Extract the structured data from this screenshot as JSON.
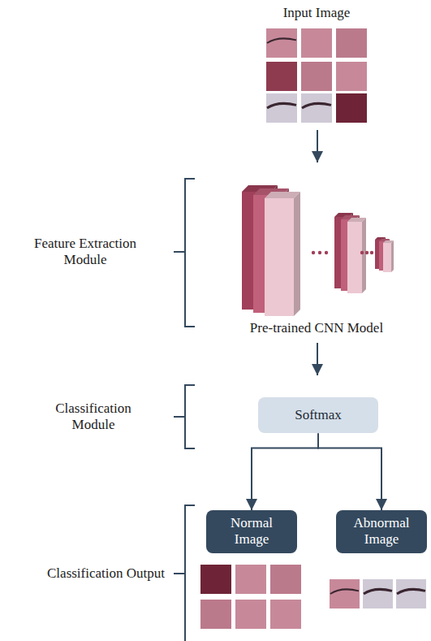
{
  "diagram": {
    "nodes": [
      {
        "text": [
          "Softmax"
        ]
      },
      {
        "text": [
          "Normal Image"
        ]
      },
      {
        "text": [
          "Abnormal Image"
        ]
      }
    ],
    "edges": [
      {
        "from": 0,
        "to": 1,
        "arrow": "to"
      },
      {
        "from": 0,
        "to": 2,
        "arrow": "to"
      }
    ],
    "labels": [
      "Input Image",
      "Feature Extraction Module",
      "Pre-trained CNN Model",
      "Classification Module",
      "Classification Output"
    ]
  }
}
